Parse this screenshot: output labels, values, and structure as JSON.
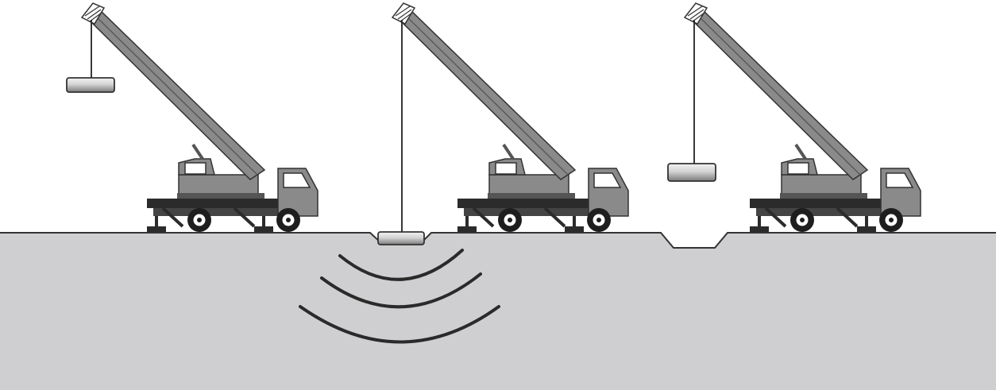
{
  "diagram": {
    "stages": [
      {
        "id": "stage-1",
        "weight_state": "raised"
      },
      {
        "id": "stage-2",
        "weight_state": "dropped-impact"
      },
      {
        "id": "stage-3",
        "weight_state": "lifted-from-crater"
      }
    ],
    "colors": {
      "ground": "#cfcfd1",
      "ground_line": "#333333",
      "crane_body": "#8a8a8a",
      "crane_dark": "#3a3a3a",
      "chassis": "#2b2b2b",
      "wheel_hub": "#ffffff",
      "weight_light": "#e6e6e6",
      "weight_dark": "#777777",
      "wave": "#2a2a2a",
      "cable": "#222222"
    }
  }
}
